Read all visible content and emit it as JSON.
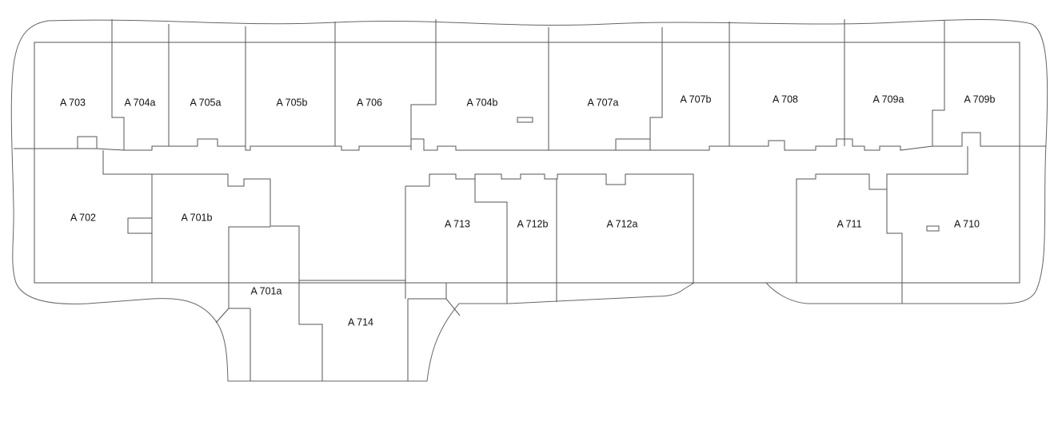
{
  "floor_plan": {
    "rooms": [
      {
        "id": "a703",
        "label": "A 703"
      },
      {
        "id": "a704a",
        "label": "A 704a"
      },
      {
        "id": "a705a",
        "label": "A 705a"
      },
      {
        "id": "a705b",
        "label": "A 705b"
      },
      {
        "id": "a706",
        "label": "A 706"
      },
      {
        "id": "a704b",
        "label": "A 704b"
      },
      {
        "id": "a707a",
        "label": "A 707a"
      },
      {
        "id": "a707b",
        "label": "A 707b"
      },
      {
        "id": "a708",
        "label": "A 708"
      },
      {
        "id": "a709a",
        "label": "A 709a"
      },
      {
        "id": "a709b",
        "label": "A 709b"
      },
      {
        "id": "a702",
        "label": "A 702"
      },
      {
        "id": "a701b",
        "label": "A 701b"
      },
      {
        "id": "a713",
        "label": "A 713"
      },
      {
        "id": "a712b",
        "label": "A 712b"
      },
      {
        "id": "a712a",
        "label": "A 712a"
      },
      {
        "id": "a711",
        "label": "A 711"
      },
      {
        "id": "a710",
        "label": "A 710"
      },
      {
        "id": "a701a",
        "label": "A 701a"
      },
      {
        "id": "a714",
        "label": "A 714"
      }
    ]
  }
}
